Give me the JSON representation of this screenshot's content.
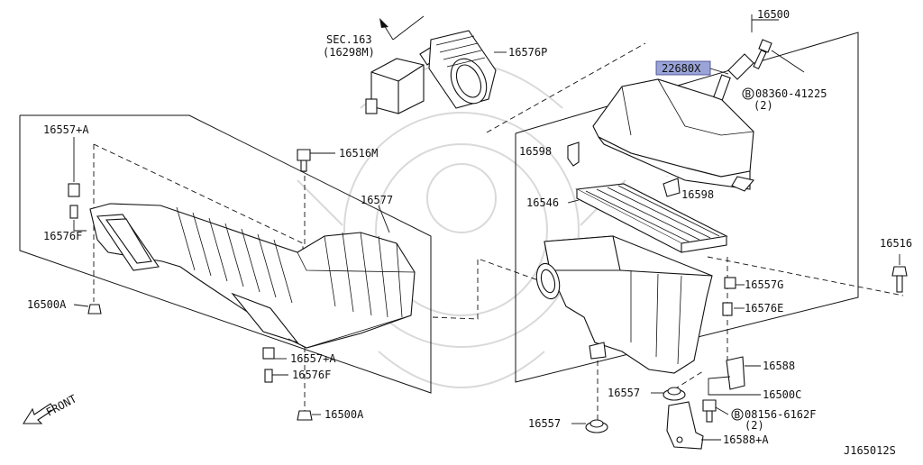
{
  "labels": {
    "sec": "SEC.163",
    "sec_sub": "(16298M)",
    "p16576P": "16576P",
    "p16500": "16500",
    "p22680X": "22680X",
    "p08360": "08360-41225",
    "p08360_qty": "(2)",
    "p16598a": "16598",
    "p16598b": "16598",
    "p16546": "16546",
    "p16516": "16516",
    "p16557G": "16557G",
    "p16576E": "16576E",
    "p16588": "16588",
    "p16500C": "16500C",
    "p16557a": "16557",
    "p16557b": "16557",
    "p08156": "08156-6162F",
    "p08156_qty": "(2)",
    "p16588A": "16588+A",
    "p16557A_top": "16557+A",
    "p16576F_left": "16576F",
    "p16500A_left": "16500A",
    "p16516M": "16516M",
    "p16577": "16577",
    "p16557A_bot": "16557+A",
    "p16576F_bot": "16576F",
    "p16500A_bot": "16500A",
    "front": "FRONT",
    "bolt_mark": "B",
    "drawing_id": "J165012S"
  },
  "colors": {
    "line": "#111111",
    "highlight": "#9aa4d8",
    "watermark": "#d9d9d9"
  }
}
